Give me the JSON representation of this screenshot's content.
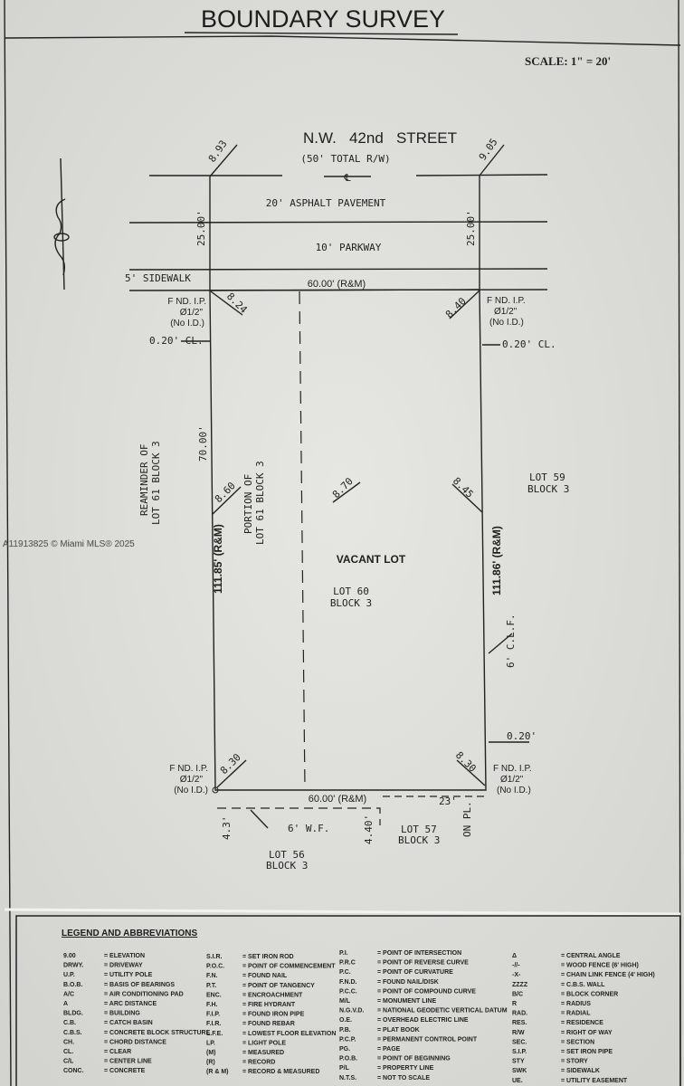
{
  "title": "BOUNDARY SURVEY",
  "scale": "SCALE: 1\" = 20'",
  "watermark": "A11913825 © Miami MLS® 2025",
  "street": {
    "name": "N.W.   42nd   STREET",
    "row": "(50' TOTAL R/W)",
    "centerline": "℄",
    "pavement": "20' ASPHALT PAVEMENT",
    "parkway": "10' PARKWAY",
    "sidewalk": "5' SIDEWALK",
    "setback_left": "25.00'",
    "setback_right": "25.00'",
    "elev_left": "8.93",
    "elev_right": "9.05"
  },
  "lot": {
    "top_dim": "60.00' (R&M)",
    "bottom_dim": "60.00' (R&M)",
    "left_dim": "111.85' (R&M)",
    "right_dim": "111.86' (R&M)",
    "partial_dim": "70.00'",
    "label": "VACANT LOT",
    "lot_name": "LOT 60",
    "block": "BLOCK 3",
    "elev_center": "8.70",
    "elev_left_mid": "8.60",
    "elev_right_mid": "8.45",
    "elev_tl": "8.24",
    "elev_tr": "8.40",
    "elev_bl": "8.30",
    "elev_br": "8.30",
    "cl_left": "0.20' CL.",
    "cl_right": "0.20' CL.",
    "offset_br": "0.20'",
    "clf": "6' C.L.F.",
    "wf": "6' W.F.",
    "dim_23": "23'",
    "dim_43": "4.3'",
    "dim_440": "4.40'",
    "on_pl": "ON PL.",
    "fnd_line1": "F ND. I.P.",
    "fnd_line2": "Ø1/2\"",
    "fnd_line3": "(No I.D.)"
  },
  "adjacent": {
    "remainder_1": "REAMINDER OF",
    "remainder_2": "LOT 61 BLOCK 3",
    "portion_1": "PORTION OF",
    "portion_2": "LOT 61 BLOCK 3",
    "lot59_1": "LOT 59",
    "lot59_2": "BLOCK 3",
    "lot57_1": "LOT 57",
    "lot57_2": "BLOCK 3",
    "lot56_1": "LOT 56",
    "lot56_2": "BLOCK 3"
  },
  "legend": {
    "title": "LEGEND AND ABBREVIATIONS",
    "columns": [
      [
        [
          "9.00",
          "ELEVATION"
        ],
        [
          "DRWY.",
          "DRIVEWAY"
        ],
        [
          "U.P.",
          "UTILITY POLE"
        ],
        [
          "B.O.B.",
          "BASIS OF BEARINGS"
        ],
        [
          "A/C",
          "AIR CONDITIONING PAD"
        ],
        [
          "A",
          "ARC DISTANCE"
        ],
        [
          "BLDG.",
          "BUILDING"
        ],
        [
          "C.B.",
          "CATCH BASIN"
        ],
        [
          "C.B.S.",
          "CONCRETE BLOCK STRUCTURE"
        ],
        [
          "CH.",
          "CHORD DISTANCE"
        ],
        [
          "CL.",
          "CLEAR"
        ],
        [
          "C/L",
          "CENTER LINE"
        ],
        [
          "CONC.",
          "CONCRETE"
        ]
      ],
      [
        [
          "S.I.R.",
          "SET IRON ROD"
        ],
        [
          "P.O.C.",
          "POINT OF COMMENCEMENT"
        ],
        [
          "F.N.",
          "FOUND NAIL"
        ],
        [
          "P.T.",
          "POINT OF TANGENCY"
        ],
        [
          "ENC.",
          "ENCROACHMENT"
        ],
        [
          "F.H.",
          "FIRE HYDRANT"
        ],
        [
          "F.I.P.",
          "FOUND IRON PIPE"
        ],
        [
          "F.I.R.",
          "FOUND REBAR"
        ],
        [
          "L.F.E.",
          "LOWEST FLOOR ELEVATION"
        ],
        [
          "LP.",
          "LIGHT POLE"
        ],
        [
          "(M)",
          "MEASURED"
        ],
        [
          "(R)",
          "RECORD"
        ],
        [
          "(R & M)",
          "RECORD & MEASURED"
        ]
      ],
      [
        [
          "P.I.",
          "POINT OF INTERSECTION"
        ],
        [
          "P.R.C",
          "POINT OF REVERSE CURVE"
        ],
        [
          "P.C.",
          "POINT OF CURVATURE"
        ],
        [
          "F.N.D.",
          "FOUND NAIL/DISK"
        ],
        [
          "P.C.C.",
          "POINT OF COMPOUND CURVE"
        ],
        [
          "M/L",
          "MONUMENT LINE"
        ],
        [
          "N.G.V.D.",
          "NATIONAL GEODETIC VERTICAL DATUM"
        ],
        [
          "O.E.",
          "OVERHEAD ELECTRIC LINE"
        ],
        [
          "P.B.",
          "PLAT BOOK"
        ],
        [
          "P.C.P.",
          "PERMANENT CONTROL POINT"
        ],
        [
          "PG.",
          "PAGE"
        ],
        [
          "P.O.B.",
          "POINT OF BEGINNING"
        ],
        [
          "P/L",
          "PROPERTY LINE"
        ],
        [
          "N.T.S.",
          "NOT TO SCALE"
        ]
      ],
      [
        [
          "Δ",
          "CENTRAL ANGLE"
        ],
        [
          "-//-",
          "WOOD FENCE (6' HIGH)"
        ],
        [
          "-X-",
          "CHAIN LINK FENCE (4' HIGH)"
        ],
        [
          "ZZZZ",
          "C.B.S. WALL"
        ],
        [
          "B/C",
          "BLOCK CORNER"
        ],
        [
          "R",
          "RADIUS"
        ],
        [
          "RAD.",
          "RADIAL"
        ],
        [
          "RES.",
          "RESIDENCE"
        ],
        [
          "R/W",
          "RIGHT OF WAY"
        ],
        [
          "SEC.",
          "SECTION"
        ],
        [
          "S.I.P.",
          "SET IRON PIPE"
        ],
        [
          "STY",
          "STORY"
        ],
        [
          "SWK",
          "SIDEWALK"
        ],
        [
          "UE.",
          "UTILITY EASEMENT"
        ]
      ]
    ]
  },
  "colors": {
    "paper": "#e2e2df",
    "ink": "#1e1e1e"
  }
}
